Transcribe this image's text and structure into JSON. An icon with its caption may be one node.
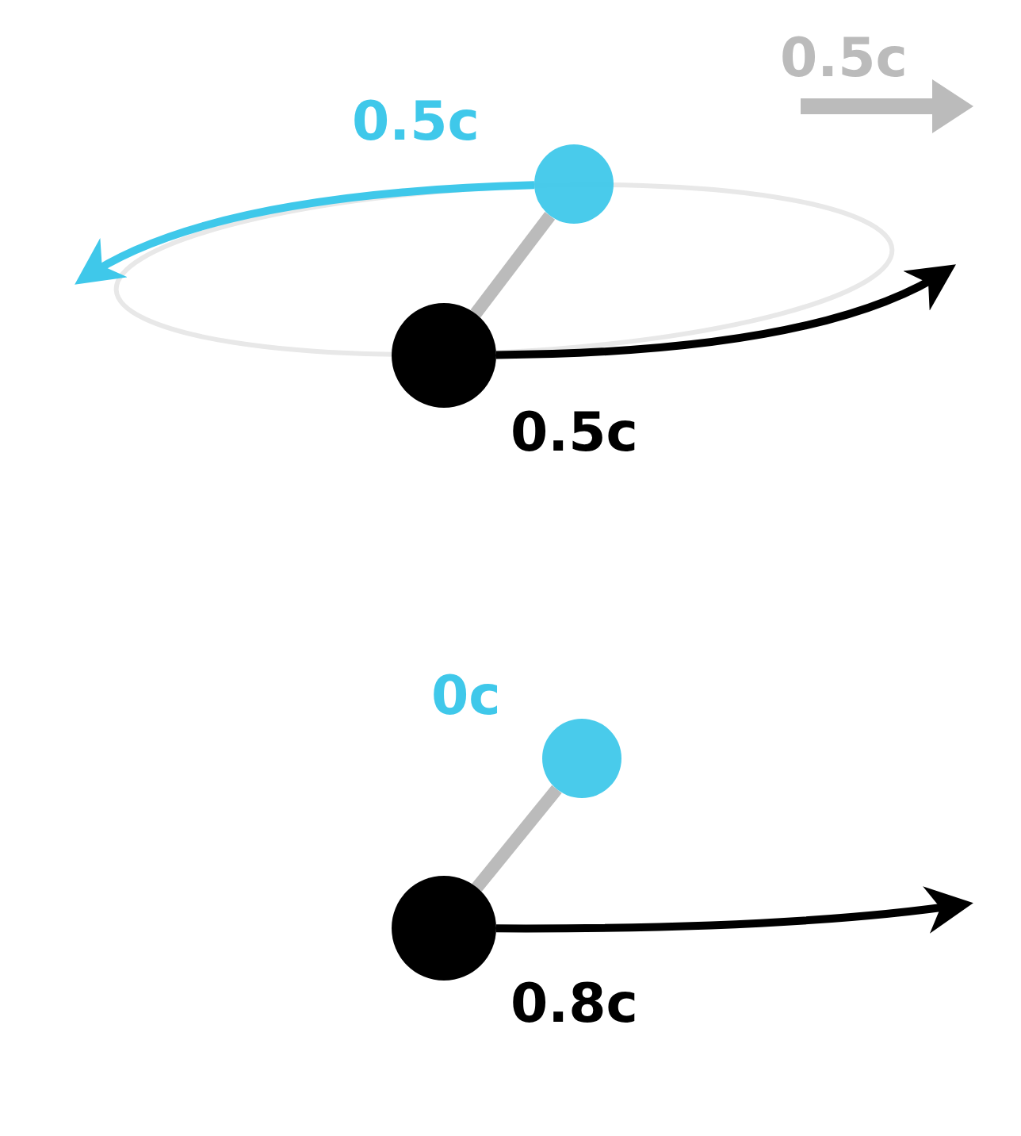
{
  "diagram": {
    "nodes": [
      {
        "text": [],
        "shape": "circle"
      },
      {
        "text": [],
        "shape": "circle"
      },
      {
        "text": [],
        "shape": "circle",
        "beside": [
          "0c"
        ]
      },
      {
        "text": [],
        "shape": "circle"
      }
    ],
    "edges": [
      {
        "from": 0,
        "to": 1,
        "arrow": "none",
        "color": "#bbbbbb"
      },
      {
        "from": 0,
        "to": null,
        "arrow": "to",
        "label": "0.5c",
        "color": "#3fc8ea"
      },
      {
        "from": 1,
        "to": null,
        "arrow": "to",
        "label": "0.5c",
        "color": "#000000"
      },
      {
        "from": 2,
        "to": 3,
        "arrow": "none",
        "color": "#bbbbbb"
      },
      {
        "from": 3,
        "to": null,
        "arrow": "to",
        "label": "0.8c",
        "color": "#000000"
      }
    ],
    "labels": [
      "0.5c"
    ]
  }
}
